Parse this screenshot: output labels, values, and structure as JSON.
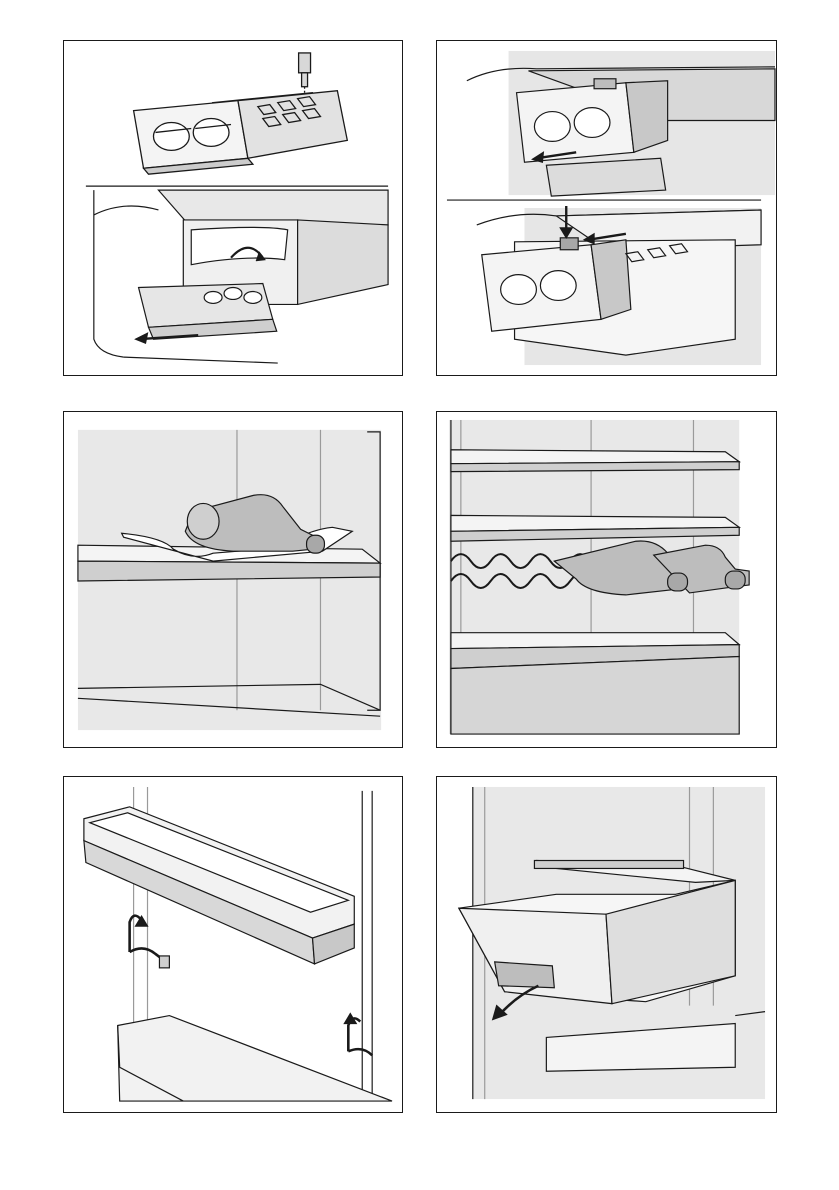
{
  "page": {
    "figures": [
      {
        "id": "ice-tray-fill",
        "icon": "ice-tray-filling-icon"
      },
      {
        "id": "ice-tray-insert",
        "icon": "ice-tray-insertion-icon"
      },
      {
        "id": "bottle-rack-shelf",
        "icon": "bottle-rack-icon"
      },
      {
        "id": "wine-rack-shelves",
        "icon": "wine-rack-icon"
      },
      {
        "id": "door-shelf-removal",
        "icon": "door-shelf-icon"
      },
      {
        "id": "crisper-drawer-removal",
        "icon": "drawer-removal-icon"
      }
    ]
  },
  "colors": {
    "line": "#1a1a1a",
    "shade_light": "#e4e4e4",
    "shade_mid": "#cfcfcf",
    "shade_dark": "#a8a8a8",
    "bottle": "#bdbdbd"
  }
}
